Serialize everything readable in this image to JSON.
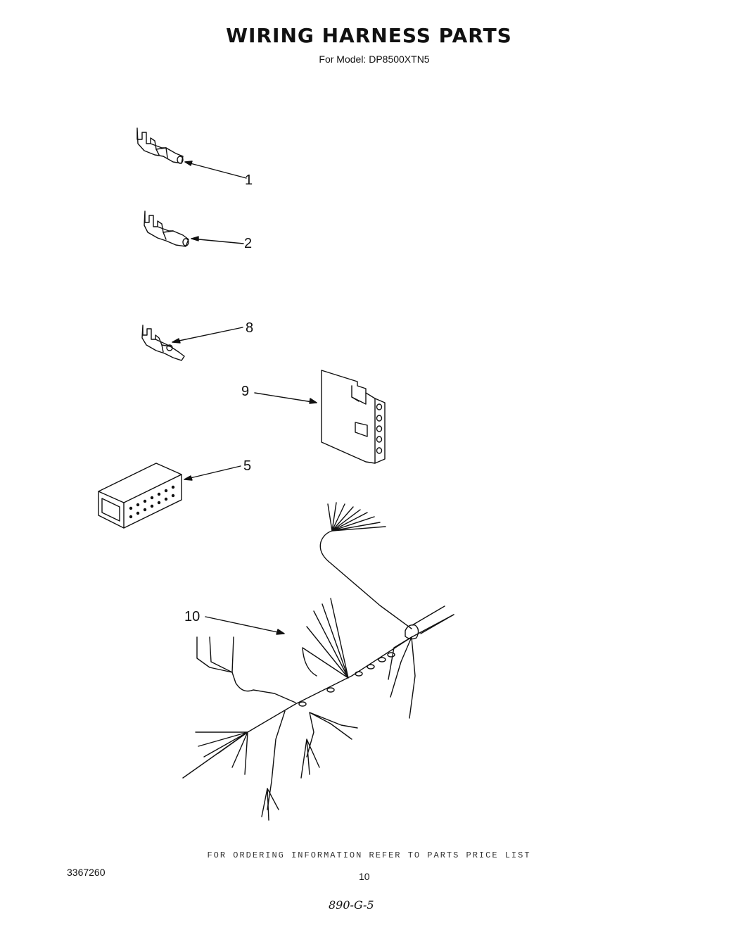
{
  "header": {
    "title": "WIRING HARNESS PARTS",
    "subtitle": "For Model: DP8500XTN5"
  },
  "callouts": [
    "1",
    "2",
    "8",
    "9",
    "5",
    "10"
  ],
  "footer": {
    "ordering_note": "FOR ORDERING INFORMATION REFER TO PARTS PRICE LIST",
    "document_number": "3367260",
    "page_number": "10",
    "handwritten_code": "890-G-5"
  }
}
